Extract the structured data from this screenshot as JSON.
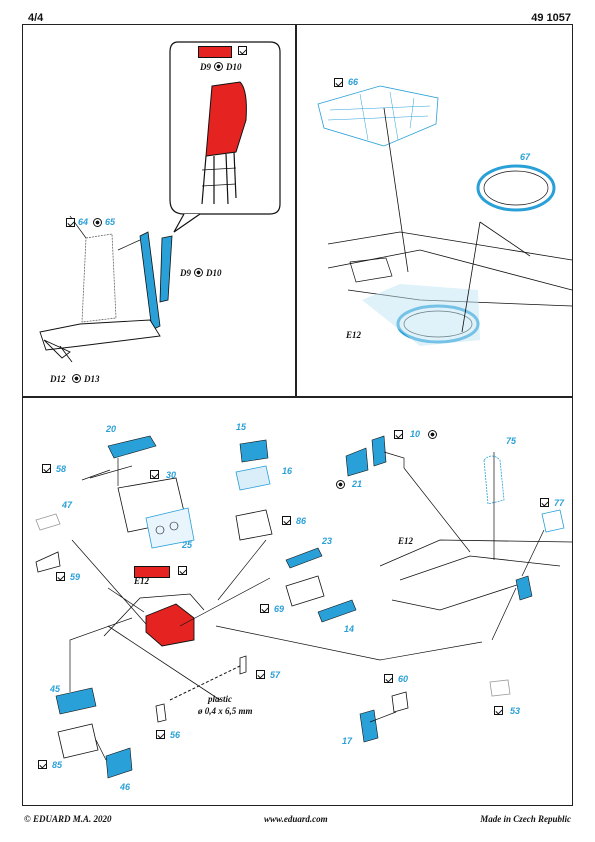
{
  "header": {
    "page": "4/4",
    "kit_number": "49 1057"
  },
  "footer": {
    "copyright": "© EDUARD  M.A. 2020",
    "website": "www.eduard.com",
    "made_in": "Made in Czech Republic"
  },
  "colors": {
    "red_part": "#e52421",
    "pe_part": "#2aa0d8",
    "line": "#111111"
  },
  "panel_top_left": {
    "inset_label_a": "D9",
    "inset_label_b": "D10",
    "seat_label_a": "D9",
    "seat_label_b": "D10",
    "parts": [
      "64",
      "65"
    ],
    "bottom_label_a": "D12",
    "bottom_label_b": "D13"
  },
  "panel_top_right": {
    "parts": [
      "66",
      "67"
    ],
    "ref": "E12"
  },
  "panel_bottom": {
    "parts": [
      "20",
      "58",
      "30",
      "47",
      "25",
      "59",
      "15",
      "16",
      "86",
      "23",
      "69",
      "14",
      "10",
      "21",
      "75",
      "77",
      "45",
      "57",
      "60",
      "53",
      "17",
      "56",
      "85",
      "46"
    ],
    "ref_a": "E12",
    "ref_b": "E12",
    "plastic_label": "plastic",
    "rod_spec": "ø 0,4 x 6,5 mm"
  }
}
